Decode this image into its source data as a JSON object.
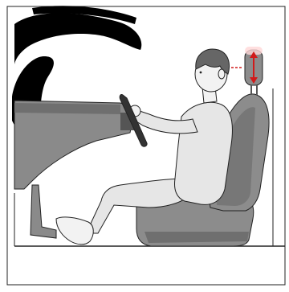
{
  "illustration": {
    "subject": "driver-seated-posture-headrest-adjustment",
    "colors": {
      "car_body": "#8a8a8a",
      "car_dark": "#555555",
      "seat": "#8c8c8c",
      "seat_shadow": "#6f6f6f",
      "skin": "#f2f2f2",
      "clothes": "#e6e6e6",
      "hair": "#666666",
      "outline": "#222222",
      "arrow": "#d11a1a",
      "headrest_highlight": "#ffd7d7",
      "floor": "#222222",
      "dash_stroke": "#000000"
    },
    "icons": {
      "adjust_arrow": "vertical-double-arrow",
      "dash_curve": "black-swoosh-shape"
    }
  }
}
